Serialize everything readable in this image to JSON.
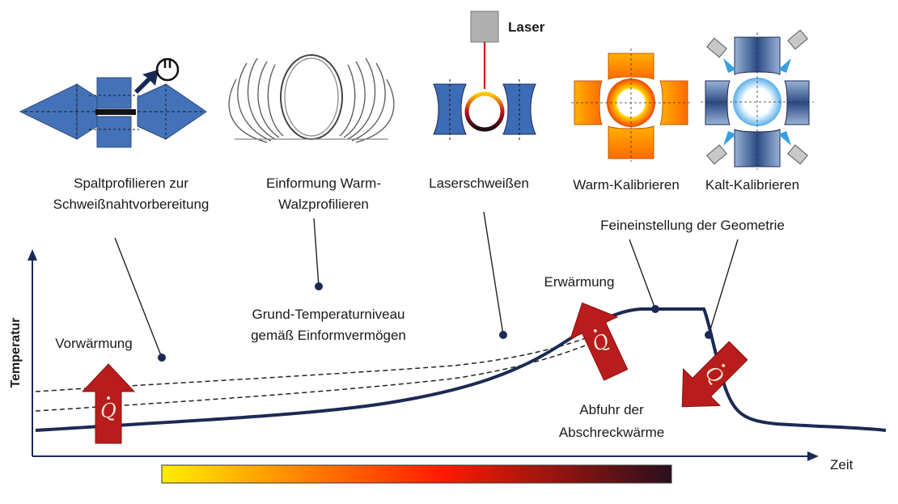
{
  "stages": [
    {
      "id": "spalt",
      "lines": [
        "Spaltprofilieren zur",
        "Schweißnahtvorbereitung"
      ]
    },
    {
      "id": "einform",
      "lines": [
        "Einformung Warm-",
        "Walzprofilieren"
      ]
    },
    {
      "id": "laser",
      "lines": [
        "Laserschweißen"
      ]
    },
    {
      "id": "warm",
      "lines": [
        "Warm-Kalibrieren"
      ]
    },
    {
      "id": "kalt",
      "lines": [
        "Kalt-Kalibrieren"
      ]
    }
  ],
  "laser_label": "Laser",
  "annotations": {
    "fein": "Feineinstellung der Geometrie",
    "erwaermung": "Erwärmung",
    "grund": [
      "Grund-Temperaturniveau",
      "gemäß Einformvermögen"
    ],
    "vorwaermung": "Vorwärmung",
    "abfuhr": [
      "Abfuhr der",
      "Abschreckwärme"
    ]
  },
  "axes": {
    "y_label": "Temperatur",
    "x_label": "Zeit"
  },
  "heat_symbol": "Q",
  "colors": {
    "navy": "#1b2a55",
    "blue": "#3f6fb6",
    "arrow_red": "#b81c1c",
    "gradient_start": "#ffee00",
    "gradient_mid": "#ff1a00",
    "gradient_end": "#2a0f1e"
  }
}
